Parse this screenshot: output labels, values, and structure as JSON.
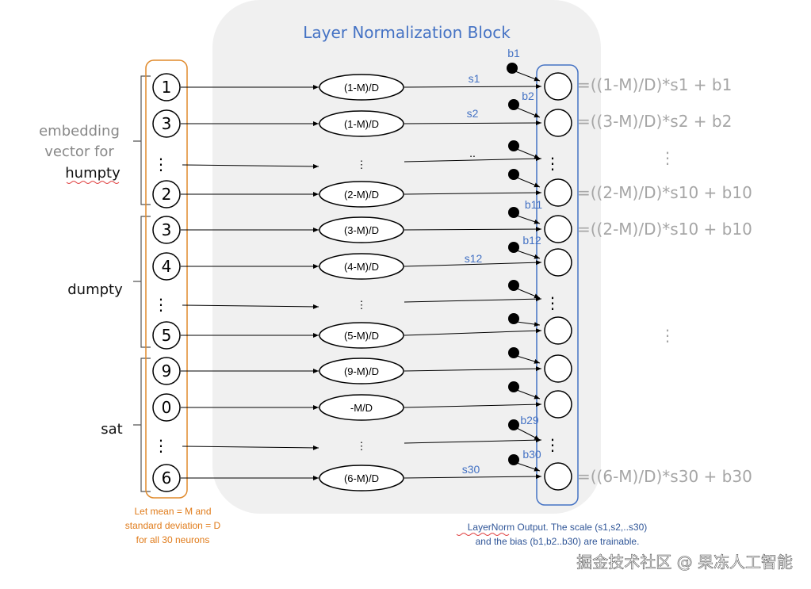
{
  "diagram": {
    "title": "Layer Normalization Block",
    "word_labels": {
      "embedding_prefix_line1": "embedding",
      "embedding_prefix_line2": "vector for",
      "humpty": "humpty",
      "dumpty": "dumpty",
      "sat": "sat"
    },
    "input_values": [
      "1",
      "3",
      "⋮",
      "2",
      "3",
      "4",
      "⋮",
      "5",
      "9",
      "0",
      "⋮",
      "6"
    ],
    "norm_ops": [
      "(1-M)/D",
      "(1-M)/D",
      "⋮",
      "(2-M)/D",
      "(3-M)/D",
      "(4-M)/D",
      "⋮",
      "(5-M)/D",
      "(9-M)/D",
      "-M/D",
      "⋮",
      "(6-M)/D"
    ],
    "scale_labels": {
      "s1": "s1",
      "s2": "s2",
      "dots": "..",
      "s12": "s12",
      "s30": "s30"
    },
    "bias_labels": {
      "b1": "b1",
      "b2": "b2",
      "b11": "b11",
      "b12": "b12",
      "b29": "b29",
      "b30": "b30"
    },
    "formulas": {
      "f1": "=((1-M)/D)*s1 + b1",
      "f2": "=((3-M)/D)*s2 + b2",
      "f3": "=((2-M)/D)*s10 + b10",
      "f4": "=((2-M)/D)*s10 + b10",
      "f5": "=((6-M)/D)*s30 + b30",
      "dots_a": "⋮",
      "dots_b": "⋮"
    },
    "notes": {
      "orange_line1": "Let mean = M and",
      "orange_line2": "standard deviation = D",
      "orange_line3": "for all 30 neurons",
      "blue_line1": "LayerNorm Output. The scale (s1,s2,..s30)",
      "blue_line2": "and the bias (b1,b2..b30) are trainable."
    },
    "watermark": "掘金技术社区 @ 果冻人工智能"
  },
  "colors": {
    "panel": "#f0f0f0",
    "orange": "#e08a2c",
    "blue": "#4472c4",
    "formula_gray": "#a6a6a6"
  }
}
